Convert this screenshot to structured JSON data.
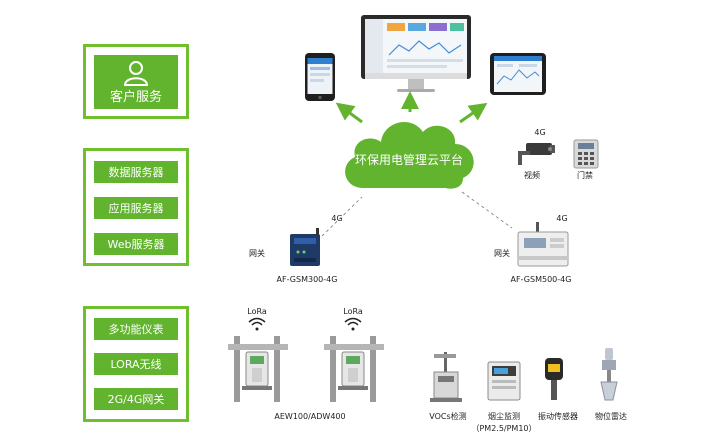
{
  "left_panels": {
    "customer": {
      "title": "客户服务",
      "icon": "user-icon"
    },
    "servers": {
      "items": [
        "数据服务器",
        "应用服务器",
        "Web服务器"
      ]
    },
    "devices": {
      "items": [
        "多功能仪表",
        "LORA无线",
        "2G/4G网关"
      ]
    }
  },
  "cloud": {
    "label": "环保用电管理云平台"
  },
  "top_devices": [
    "phone-icon",
    "monitor-icon",
    "tablet-icon"
  ],
  "network": {
    "label_4g": "4G"
  },
  "cameras": {
    "video_label": "视频",
    "access_label": "门禁"
  },
  "gateways": {
    "left": {
      "side_label": "网关",
      "model": "AF-GSM300-4G"
    },
    "right": {
      "model": "AF-GSM500-4G"
    }
  },
  "meters": {
    "lora_label": "LoRa",
    "model_label": "AEW100/ADW400"
  },
  "sensors": [
    {
      "label": "VOCs检测"
    },
    {
      "label": "烟尘监测",
      "sub": "（PM2.5/PM10）"
    },
    {
      "label": "振动传感器"
    },
    {
      "label": "物位雷达"
    }
  ],
  "colors": {
    "accent": "#62b42f",
    "border": "#6fbf2e"
  }
}
